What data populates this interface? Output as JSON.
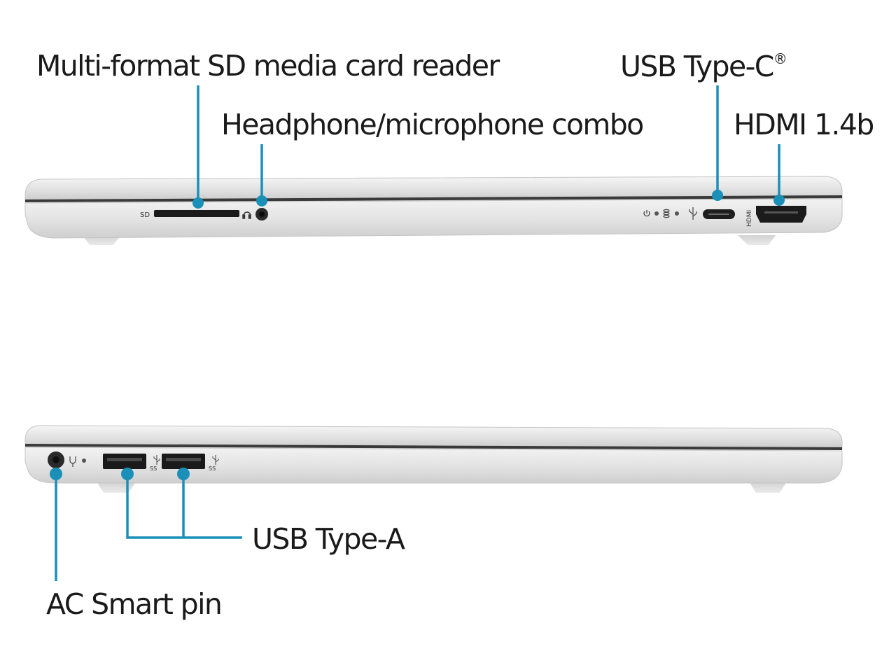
{
  "labels": {
    "sd_reader": "Multi-format SD media card reader",
    "headphone": "Headphone/microphone combo",
    "usb_c": "USB Type-C",
    "usb_c_mark": "®",
    "hdmi": "HDMI 1.4b",
    "usb_a": "USB Type-A",
    "ac_pin": "AC Smart pin"
  },
  "port_markings": {
    "sd": "SD",
    "usb_superspeed_1": "SS",
    "usb_superspeed_2": "SS",
    "hdmi": "HDMI"
  },
  "icons": {
    "headphone": "headphone-icon",
    "power": "power-icon",
    "storage": "storage-activity-icon",
    "usb": "usb-trident-icon",
    "ac": "ac-plug-icon"
  },
  "colors": {
    "callout": "#1a8fb8",
    "chassis": "#dcdcdc",
    "text": "#1a1a1a"
  }
}
